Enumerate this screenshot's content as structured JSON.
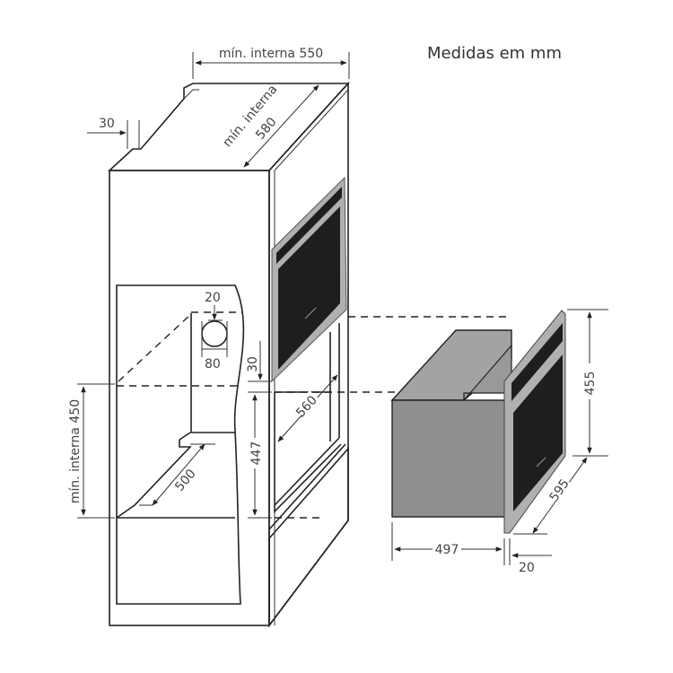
{
  "title": "Medidas em mm",
  "cabinet": {
    "width_label": "mín. interna 550",
    "depth_label_line1": "mín. interna",
    "depth_label_line2": "580",
    "rear_gap": "30",
    "vent_offset": "20",
    "vent_diameter": "80",
    "oven_gap": "30",
    "height_label": "mín. interna 450",
    "inner_depth": "560",
    "opening_height": "447",
    "shelf_depth": "500"
  },
  "oven": {
    "height": "455",
    "width": "595",
    "depth": "497",
    "front_thickness": "20"
  },
  "colors": {
    "line": "#222222",
    "oven_body": "#8f8f8f",
    "oven_top": "#a3a3a3",
    "oven_glass": "#1e1e1e",
    "frame": "#b0b0b0"
  }
}
